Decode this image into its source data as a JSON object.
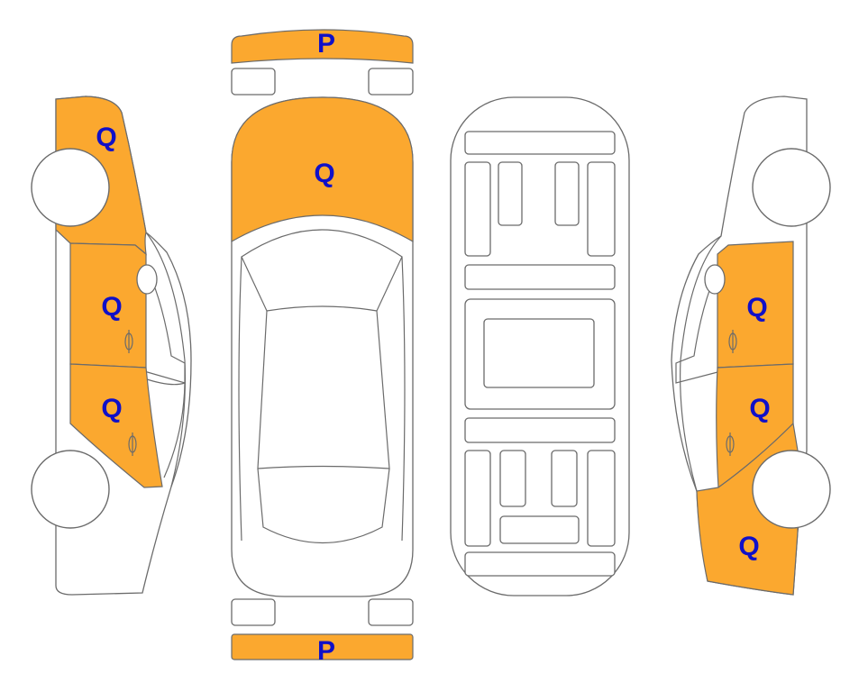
{
  "colors": {
    "damage_fill": "#FBA82F",
    "label_color": "#1010C8",
    "outline": "#6b6b6b"
  },
  "markers": {
    "front_bumper": "P",
    "rear_bumper": "P",
    "hood": "Q",
    "left_front_fender": "Q",
    "left_front_door": "Q",
    "left_rear_door": "Q",
    "right_front_door": "Q",
    "right_rear_door": "Q",
    "right_rear_quarter": "Q"
  }
}
